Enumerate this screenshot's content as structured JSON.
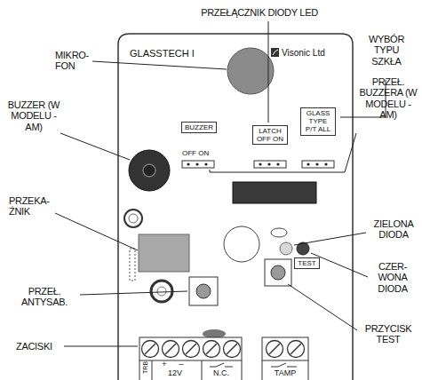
{
  "diagram": {
    "nodes": [
      {
        "text": [
          "BUZZER"
        ]
      },
      {
        "text": [
          "LATCH",
          "OFF ON"
        ]
      },
      {
        "text": [
          "GLASS TYPE",
          "P/T ALL"
        ]
      },
      {
        "text": [
          "TEST"
        ]
      }
    ],
    "labels": [
      "PRZEŁĄCZNIK DIODY LED",
      "MIKRO- FON",
      "WYBÓR TYPU SZKŁA",
      "GLASSTECH I",
      "Visonic Ltd",
      "BUZZER (W MODELU -AM)",
      "PRZEŁ. BUZZERA (W MODELU -AM)",
      "OFF ON",
      "PRZEKA- ŹNIK",
      "ZIELONA DIODA",
      "CZER- WONA DIODA",
      "PRZEŁ. ANTYSAB.",
      "PRZYCISK TEST",
      "ZACISKI",
      "TRB",
      "+",
      "–",
      "12V",
      "N.C.",
      "TAMP"
    ]
  }
}
